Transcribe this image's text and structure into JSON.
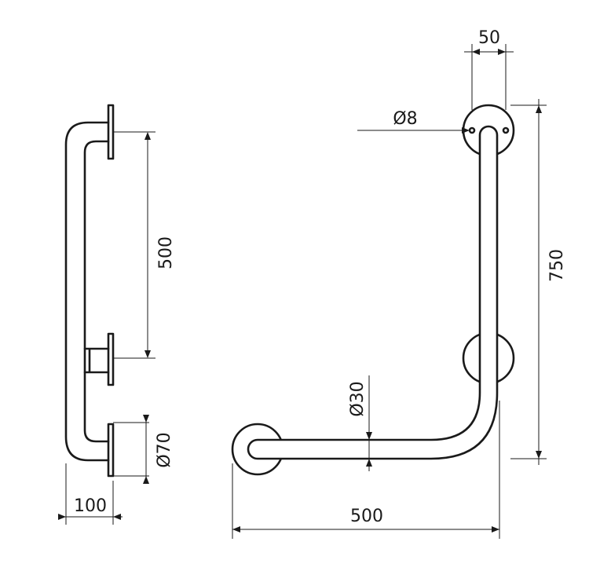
{
  "dimensions": {
    "side_width": "100",
    "side_spacing": "500",
    "flange_diameter": "Ø70",
    "top_spacing": "50",
    "screw_diameter": "Ø8",
    "height": "750",
    "tube_diameter": "Ø30",
    "length": "500"
  }
}
